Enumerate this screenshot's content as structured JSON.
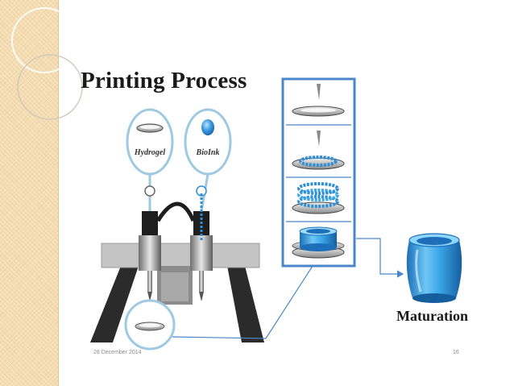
{
  "slide": {
    "title": "Printing Process",
    "footer_date": "28 December 2014",
    "footer_page": "16"
  },
  "diagram": {
    "cartridge_left_label": "Hydrogel",
    "cartridge_right_label": "BioInk",
    "output_label": "Maturation"
  },
  "colors": {
    "strip": "#f4dcb0",
    "frame_blue": "#4a86c8",
    "bioink_blue": "#2f8fd6",
    "tissue_blue": "#3aa6e8",
    "dark_stand": "#2b2b2b",
    "gray_bar": "#bdbdbd"
  },
  "icons": [
    "nozzle-icon",
    "dish-icon",
    "droplet-icon",
    "tissue-ring-icon",
    "arrow-icon"
  ]
}
